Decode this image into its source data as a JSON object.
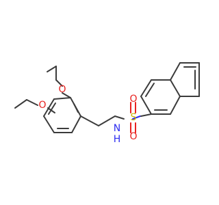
{
  "atoms": {
    "o_upper": "O",
    "o_lower": "O",
    "s": "S",
    "o_s_top": "O",
    "o_s_bottom": "O",
    "n": "N",
    "h": "H"
  },
  "colors": {
    "bond": "#3b3b3b",
    "oxygen": "#e8201e",
    "nitrogen": "#2c2cf0",
    "sulfur": "#c8b400"
  }
}
